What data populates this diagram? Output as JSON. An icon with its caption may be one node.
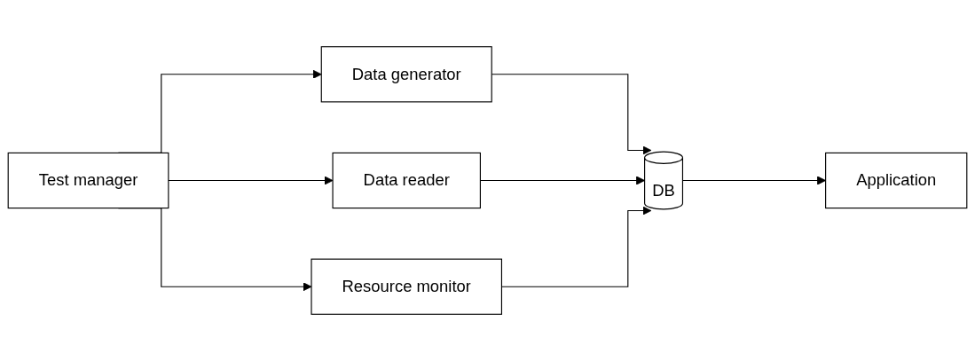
{
  "diagram": {
    "nodes": [
      {
        "text": [
          "Test manager"
        ]
      },
      {
        "text": [
          "Data generator"
        ]
      },
      {
        "text": [
          "Data reader"
        ]
      },
      {
        "text": [
          "DB"
        ]
      },
      {
        "text": [
          "Application"
        ]
      },
      {
        "text": [
          "Resource monitor"
        ]
      }
    ],
    "edges": [
      {
        "from": 0,
        "to": 1,
        "arrow": "to"
      },
      {
        "from": 0,
        "to": 2,
        "arrow": "to"
      },
      {
        "from": 1,
        "to": 3,
        "arrow": "to"
      },
      {
        "from": 2,
        "to": 3,
        "arrow": "to"
      },
      {
        "from": 3,
        "to": 4,
        "arrow": "to"
      },
      {
        "from": 0,
        "to": 5,
        "arrow": "to"
      },
      {
        "from": 5,
        "to": 3,
        "arrow": "to"
      }
    ]
  }
}
